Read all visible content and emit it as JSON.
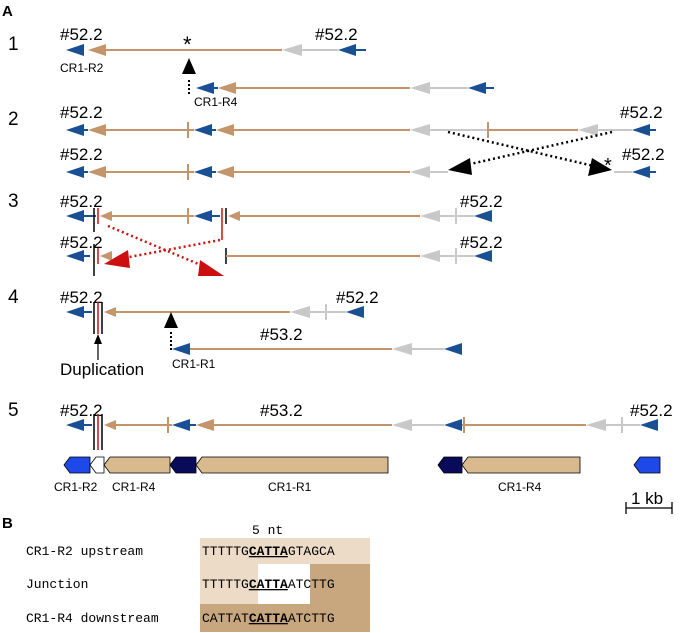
{
  "panels": {
    "A": "A",
    "B": "B"
  },
  "rows": [
    "1",
    "2",
    "3",
    "4",
    "5"
  ],
  "clone_52": "#52.2",
  "clone_53": "#53.2",
  "star": "*",
  "labels": {
    "cr1_r1": "CR1-R1",
    "cr1_r2": "CR1-R2",
    "cr1_r4": "CR1-R4",
    "duplication": "Duplication",
    "scale": "1 kb"
  },
  "panel_b": {
    "nt_label": "5 nt",
    "rows": [
      {
        "label": "CR1-R2 upstream",
        "pre": "TTTTTG",
        "mid": "CATTA",
        "post": "GTAGCA"
      },
      {
        "label": "Junction",
        "pre": "TTTTTG",
        "mid": "CATTA",
        "post": "ATCTTG"
      },
      {
        "label": "CR1-R4 downstream",
        "pre": "CATTAT",
        "mid": "CATTA",
        "post": "ATCTTG"
      }
    ]
  },
  "colors": {
    "blue": "#1a4f94",
    "gray": "#c8c8c8",
    "tan": "#c4956a",
    "bar": "#d8ba8e",
    "red": "#cc1010",
    "bright_blue": "#1f48e8",
    "navy": "#0a0a5a",
    "seq_light": "#ecdcc7",
    "seq_dark": "#c8a67e"
  }
}
